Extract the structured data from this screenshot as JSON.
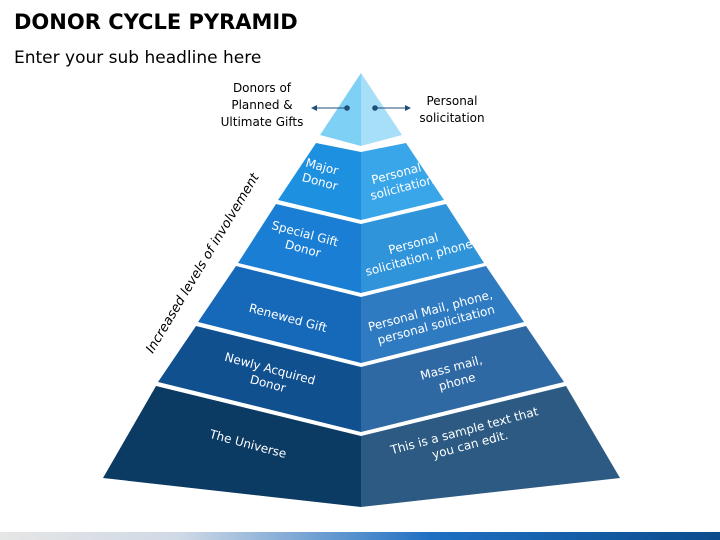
{
  "title": "DONOR CYCLE PYRAMID",
  "subtitle": "Enter your sub headline here",
  "callouts": {
    "left": [
      "Donors of",
      "Planned &",
      "Ultimate Gifts"
    ],
    "right": [
      "Personal",
      "solicitation"
    ]
  },
  "side_label": "Increased levels of involvement",
  "levels": [
    {
      "left_lines": [
        "Major",
        "Donor"
      ],
      "right_lines": [
        "Personal",
        "solicitation"
      ]
    },
    {
      "left_lines": [
        "Special Gift",
        "Donor"
      ],
      "right_lines": [
        "Personal",
        "solicitation, phone"
      ]
    },
    {
      "left_lines": [
        "Renewed Gift"
      ],
      "right_lines": [
        "Personal Mail, phone,",
        "personal solicitation"
      ]
    },
    {
      "left_lines": [
        "Newly Acquired",
        "Donor"
      ],
      "right_lines": [
        "Mass mail,",
        "phone"
      ]
    },
    {
      "left_lines": [
        "The Universe"
      ],
      "right_lines": [
        "This is a sample text that",
        "you can edit."
      ]
    }
  ],
  "colors": {
    "apex_left": "#7fd0f5",
    "apex_right": "#a8dff8",
    "level_left": [
      "#1e90e0",
      "#1a7fd4",
      "#1668b8",
      "#10508f",
      "#0b3a63"
    ],
    "level_right": [
      "#3aa6ea",
      "#2f94da",
      "#2f7bc2",
      "#2f69a3",
      "#2c5a82"
    ],
    "arrow": "#1f4e79"
  }
}
